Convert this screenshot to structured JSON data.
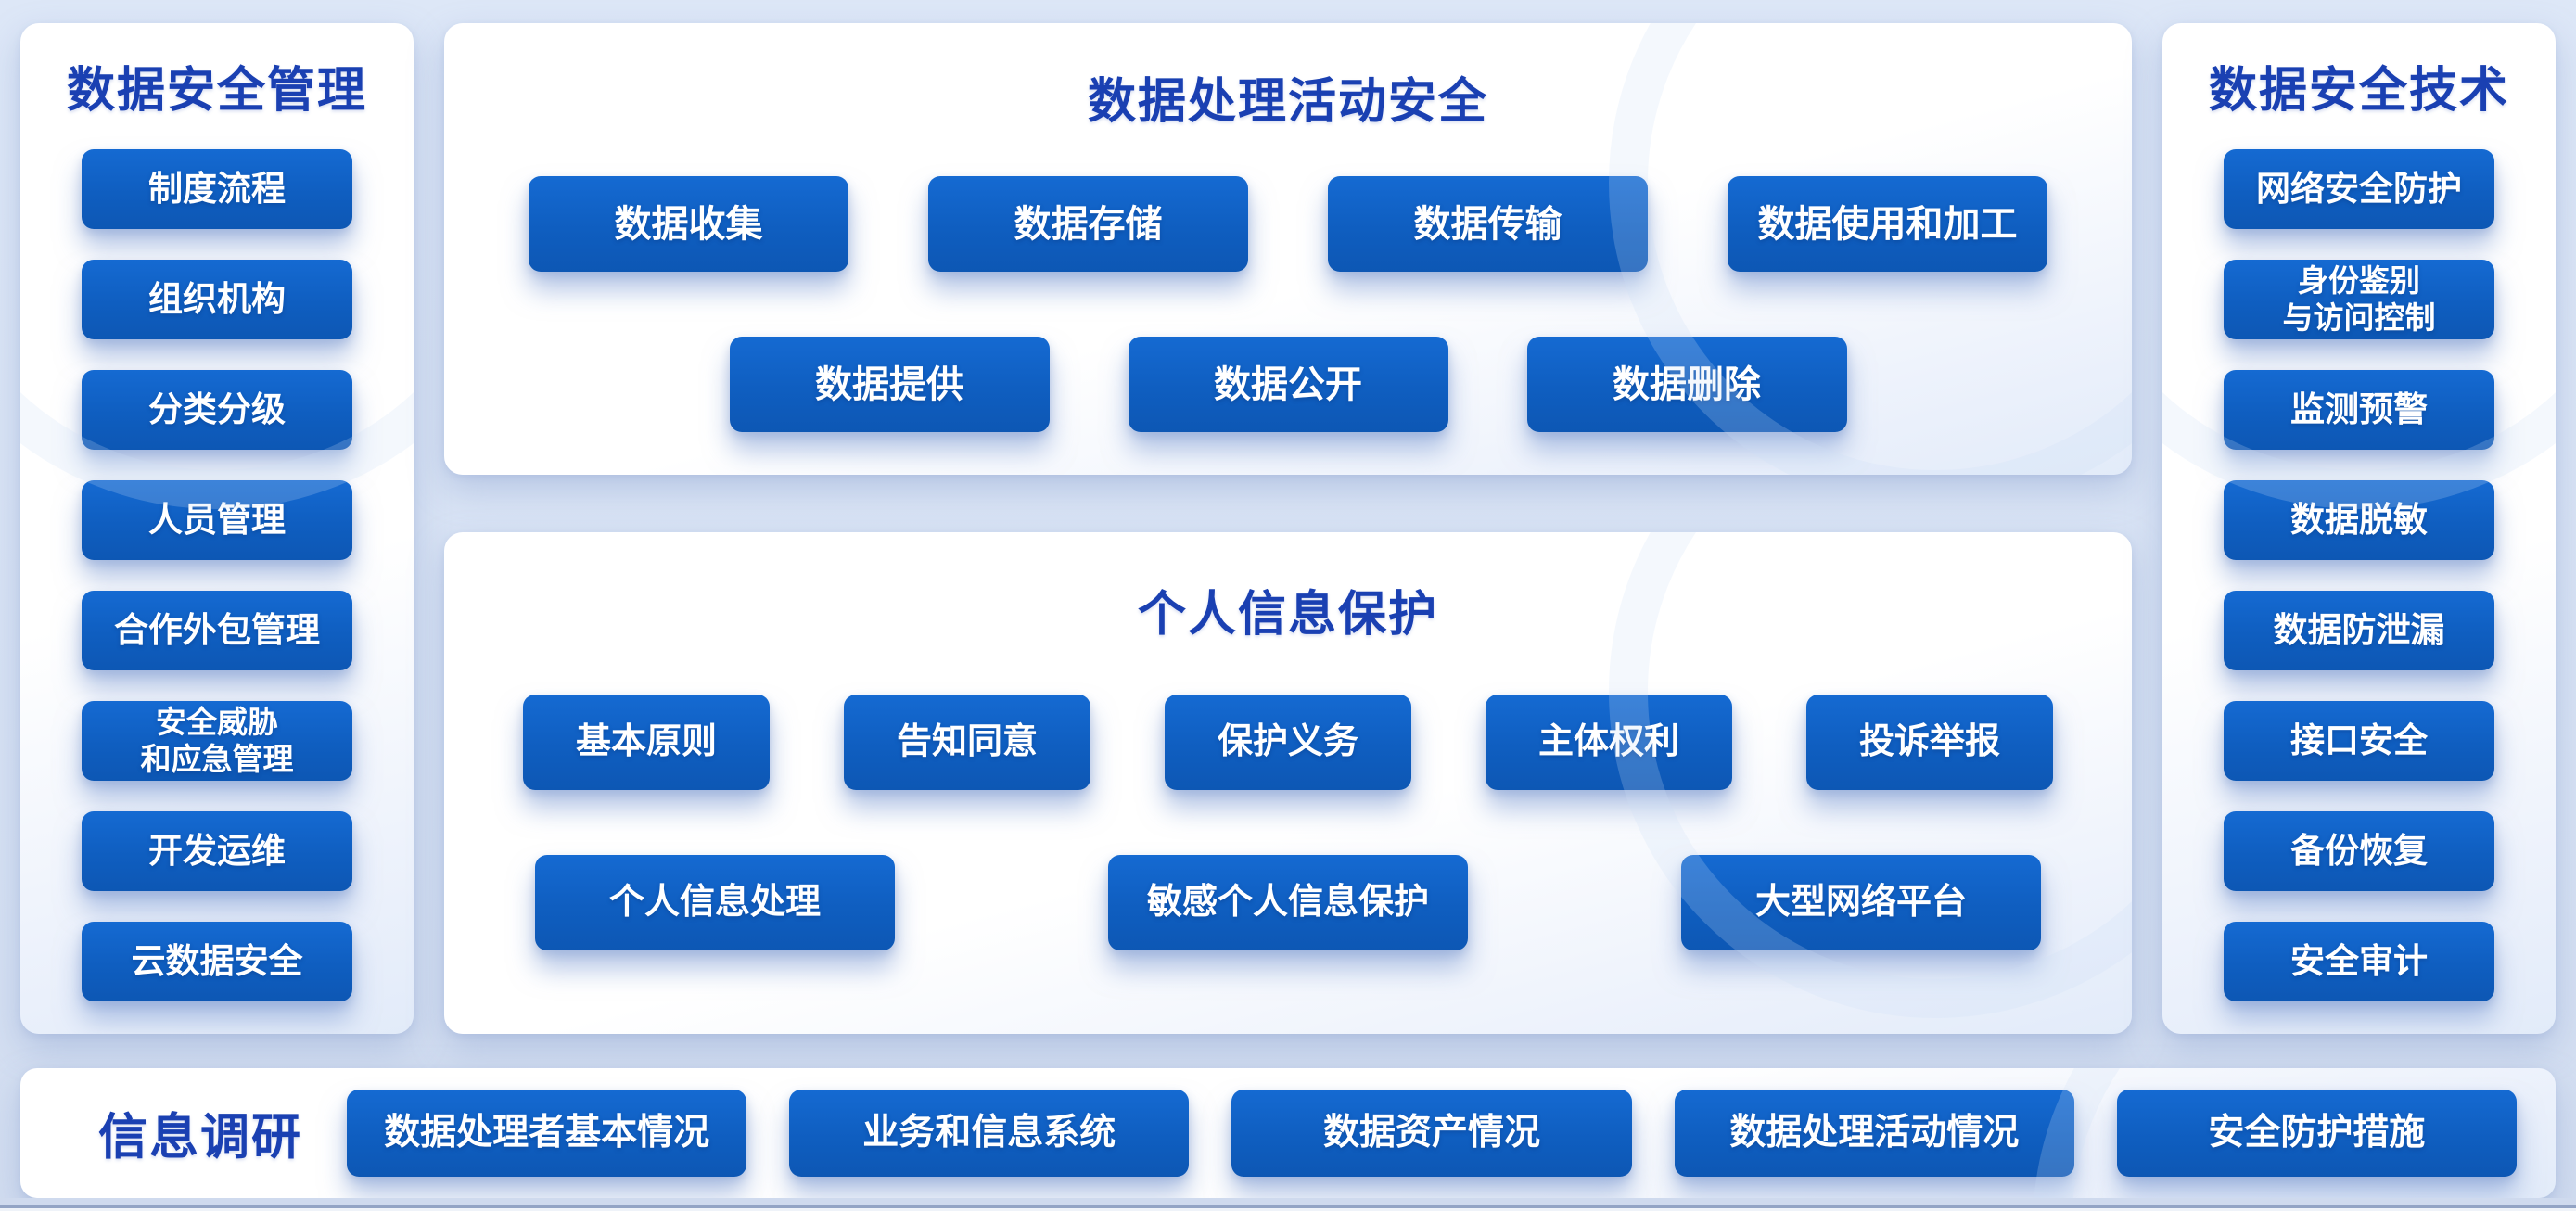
{
  "colors": {
    "node_blue": "#1062c4",
    "title_blue": "#1a40b2",
    "background": "#d9e3f5"
  },
  "left_panel": {
    "title": "数据安全管理",
    "items": [
      "制度流程",
      "组织机构",
      "分类分级",
      "人员管理",
      "合作外包管理",
      "安全威胁\n和应急管理",
      "开发运维",
      "云数据安全"
    ]
  },
  "top_panel": {
    "title": "数据处理活动安全",
    "row1": [
      "数据收集",
      "数据存储",
      "数据传输",
      "数据使用和加工"
    ],
    "row2": [
      "数据提供",
      "数据公开",
      "数据删除"
    ]
  },
  "middle_panel": {
    "title": "个人信息保护",
    "row1": [
      "基本原则",
      "告知同意",
      "保护义务",
      "主体权利",
      "投诉举报"
    ],
    "row2": [
      "个人信息处理",
      "敏感个人信息保护",
      "大型网络平台"
    ]
  },
  "right_panel": {
    "title": "数据安全技术",
    "items": [
      "网络安全防护",
      "身份鉴别\n与访问控制",
      "监测预警",
      "数据脱敏",
      "数据防泄漏",
      "接口安全",
      "备份恢复",
      "安全审计"
    ]
  },
  "bottom_bar": {
    "title": "信息调研",
    "items": [
      "数据处理者基本情况",
      "业务和信息系统",
      "数据资产情况",
      "数据处理活动情况",
      "安全防护措施"
    ]
  }
}
